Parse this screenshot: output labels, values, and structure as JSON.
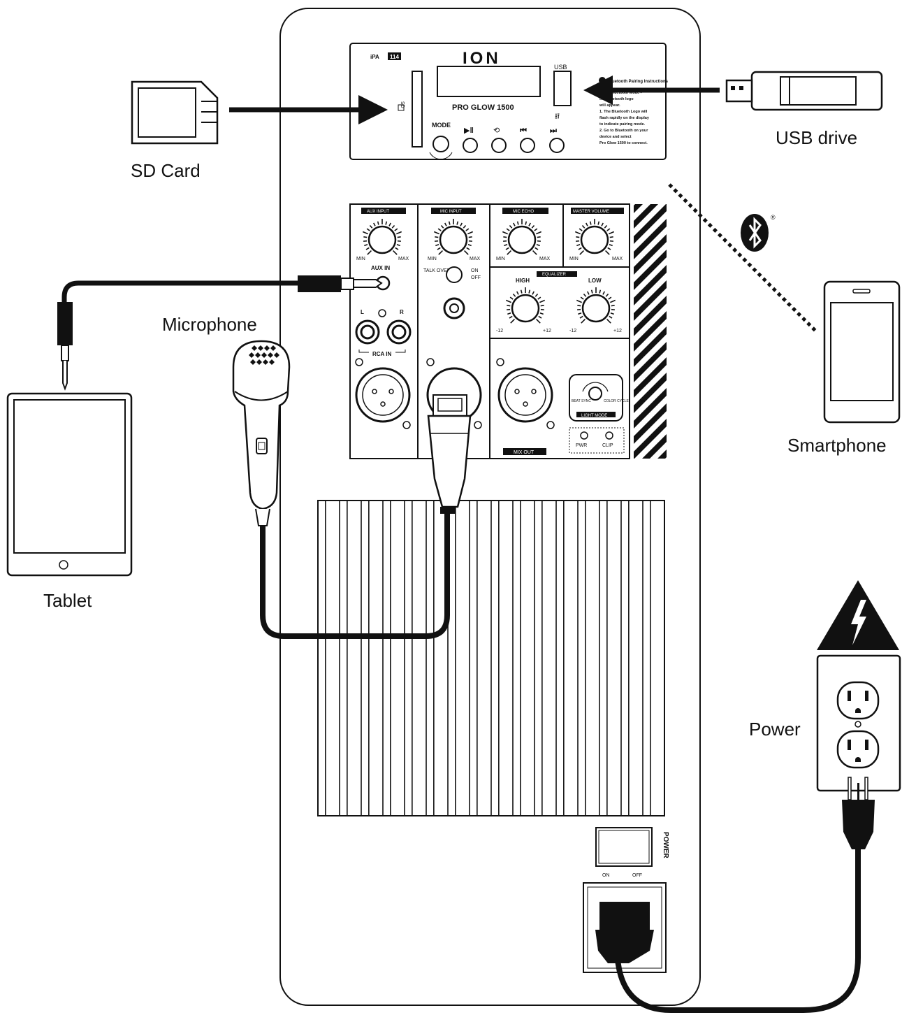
{
  "labels": {
    "sd_card": "SD Card",
    "usb_drive": "USB drive",
    "smartphone": "Smartphone",
    "tablet": "Tablet",
    "microphone": "Microphone",
    "power": "Power"
  },
  "front_panel": {
    "model_badge": "iPA",
    "model_badge_suffix": "114",
    "brand": "ION",
    "product_name": "PRO GLOW 1500",
    "usb_label": "USB",
    "mode_label": "MODE",
    "sd_label": "SD",
    "bt_title": "Bluetooth Pairing Instructions",
    "bt_steps": [
      "Enter Bluetooth Mode -",
      "the Bluetooth logo",
      "will appear.",
      "1. The Bluetooth Logo will",
      "flash rapidly on the display",
      "to indicate pairing mode.",
      "2. Go to Bluetooth on your",
      "device and select",
      "Pro Glow 1500 to connect."
    ]
  },
  "mixer": {
    "aux_input": "AUX INPUT",
    "mic_input": "MIC INPUT",
    "mic_echo": "MIC ECHO",
    "master_volume": "MASTER VOLUME",
    "min": "MIN",
    "max": "MAX",
    "aux_in": "AUX IN",
    "talk_over": "TALK OVER",
    "on": "ON",
    "off": "OFF",
    "left": "L",
    "right": "R",
    "rca_in": "RCA IN",
    "equalizer": "EQUALIZER",
    "high": "HIGH",
    "low": "LOW",
    "minus12": "-12",
    "plus12": "+12",
    "mix_out": "MIX OUT",
    "light_mode": "LIGHT MODE",
    "beat_sync": "BEAT SYNC",
    "color_cycle": "COLOR CYCLE",
    "pwr": "PWR",
    "clip": "CLIP"
  },
  "power_switch": {
    "label": "POWER",
    "on": "ON",
    "off": "OFF"
  }
}
